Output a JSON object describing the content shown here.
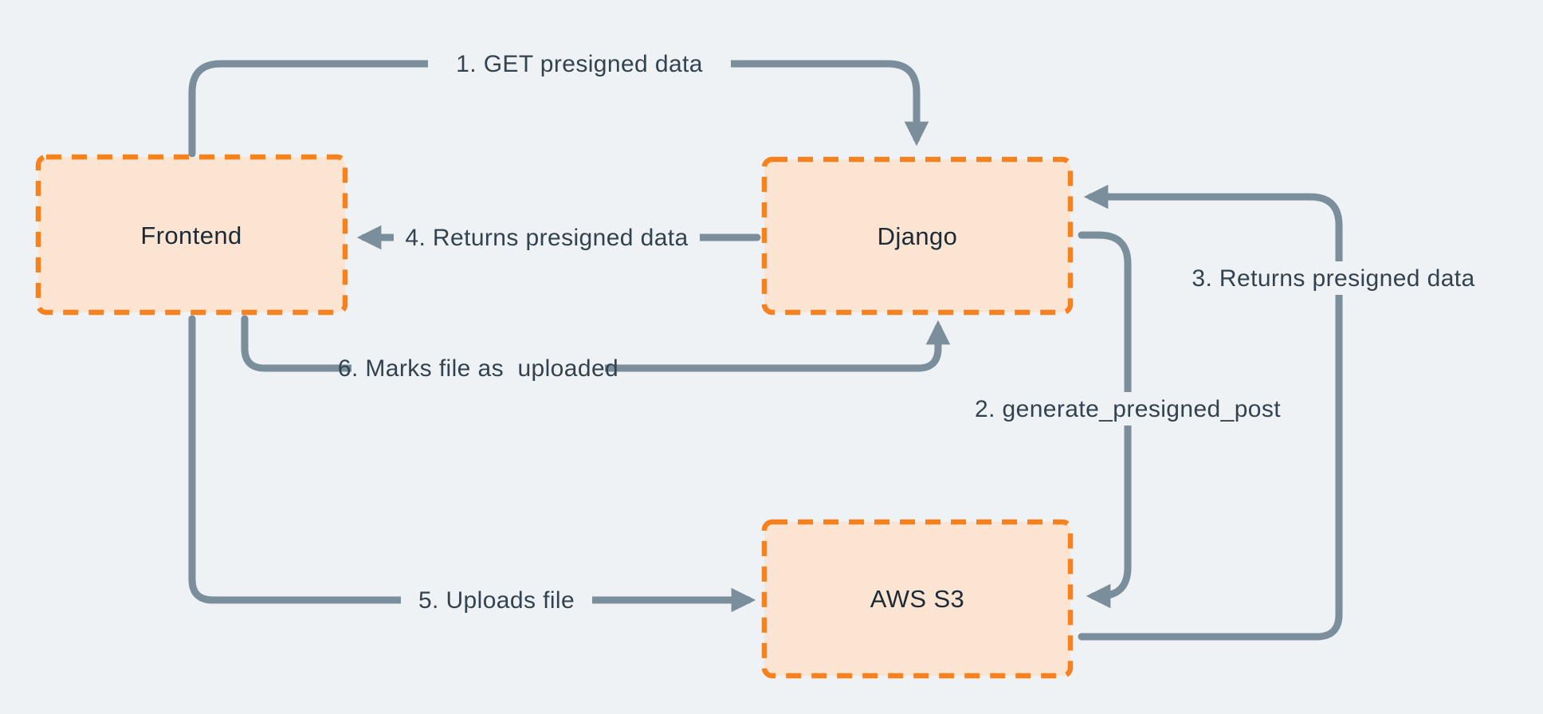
{
  "canvas": {
    "background": "#eef2f5"
  },
  "colors": {
    "node_fill": "#fce4d3",
    "node_border": "#f5821f",
    "arrow": "#7b8e9c",
    "edge_label_text": "#33424f",
    "node_label_text": "#1b2a36"
  },
  "nodes": [
    {
      "id": "frontend",
      "label": "Frontend"
    },
    {
      "id": "django",
      "label": "Django"
    },
    {
      "id": "aws-s3",
      "label": "AWS S3"
    }
  ],
  "edges": [
    {
      "id": "edge-1",
      "label": "1. GET presigned data",
      "from": "Frontend",
      "to": "Django"
    },
    {
      "id": "edge-2",
      "label": "2. generate_presigned_post",
      "from": "Django",
      "to": "AWS S3"
    },
    {
      "id": "edge-3",
      "label": "3. Returns presigned data",
      "from": "AWS S3",
      "to": "Django"
    },
    {
      "id": "edge-4",
      "label": "4. Returns presigned data",
      "from": "Django",
      "to": "Frontend"
    },
    {
      "id": "edge-5",
      "label": "5. Uploads file",
      "from": "Frontend",
      "to": "AWS S3"
    },
    {
      "id": "edge-6",
      "label": "6. Marks file as  uploaded",
      "from": "Frontend",
      "to": "Django"
    }
  ]
}
